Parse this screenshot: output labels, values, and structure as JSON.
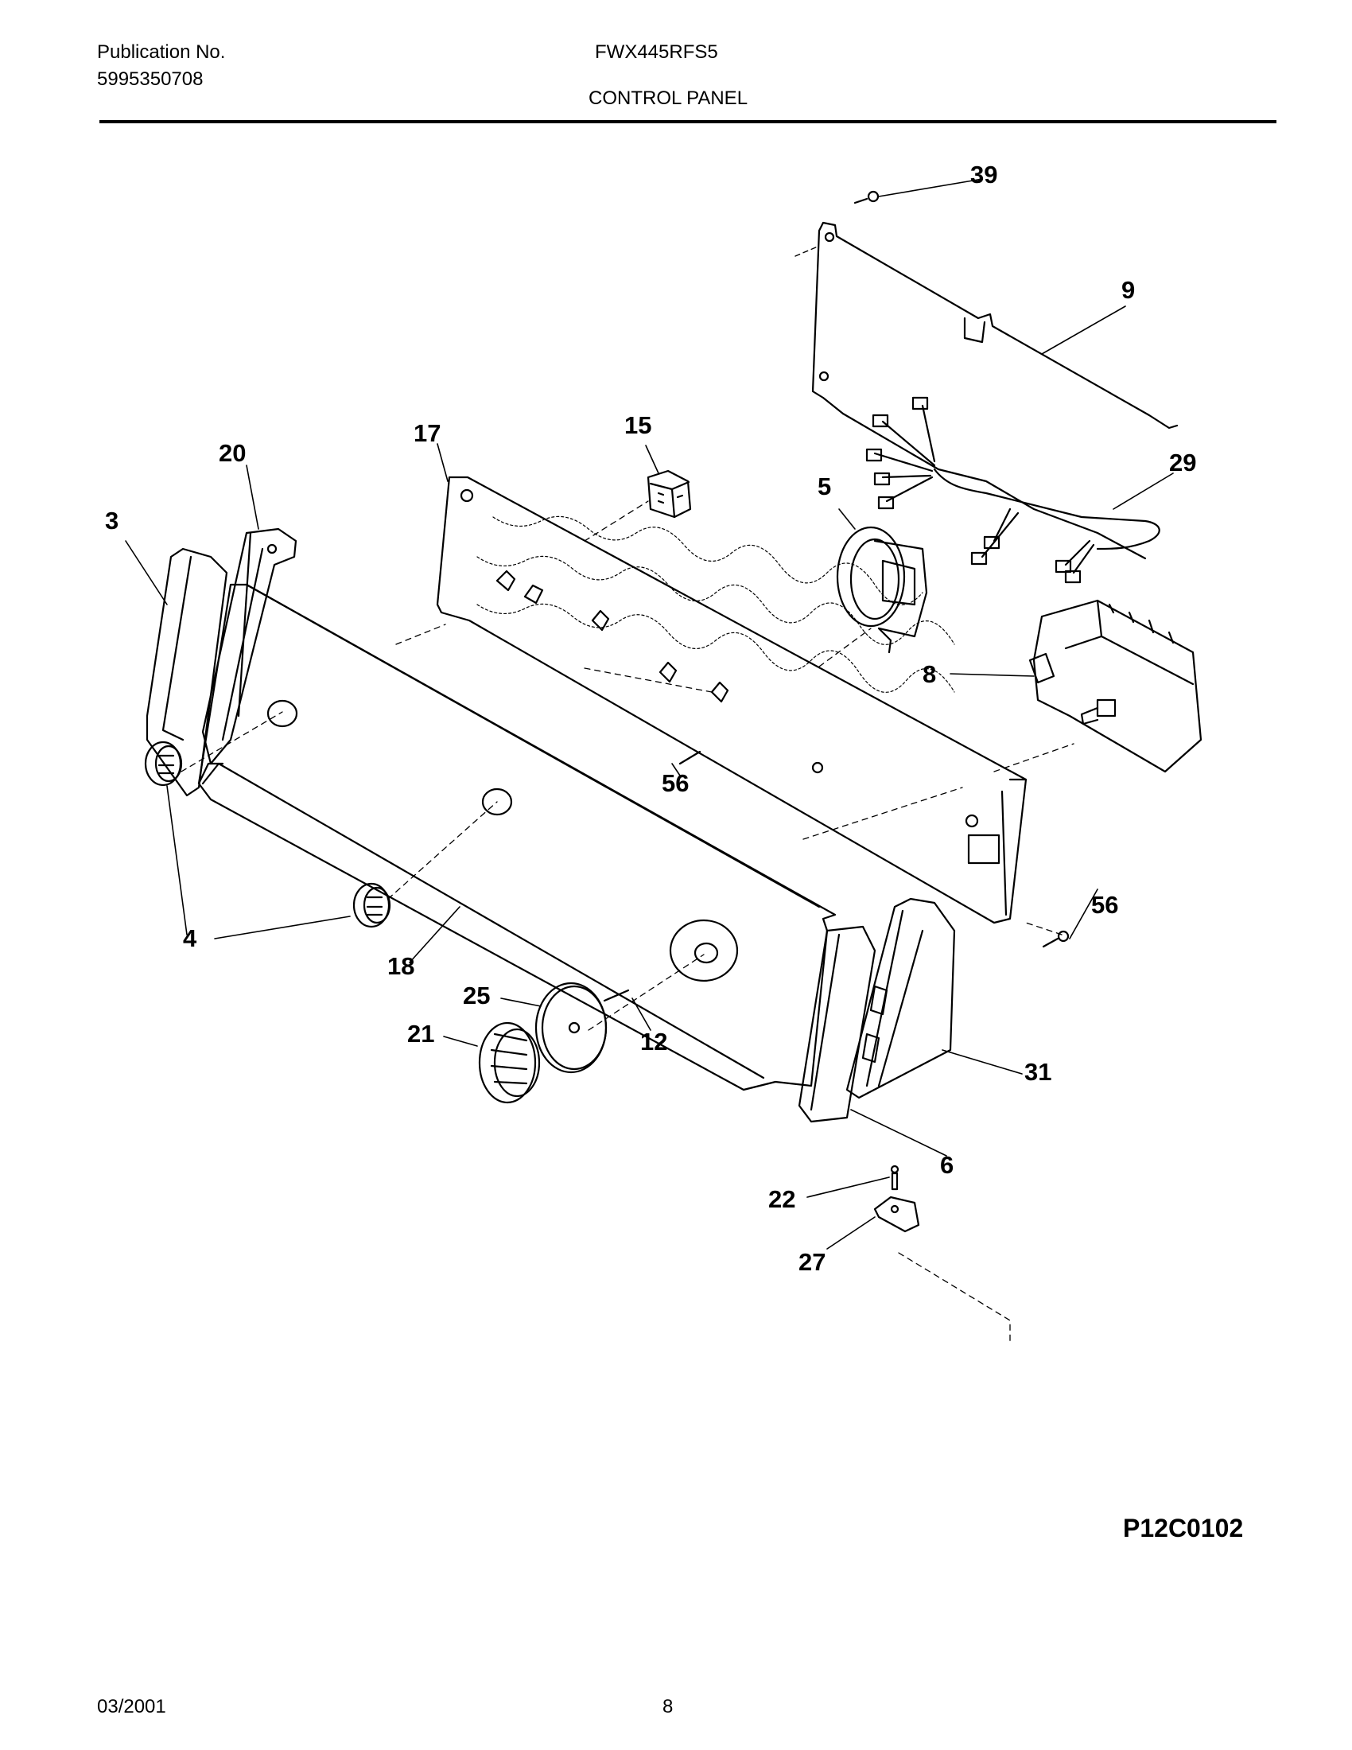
{
  "header": {
    "publication_label": "Publication No.",
    "publication_number": "5995350708",
    "model": "FWX445RFS5",
    "section_title": "CONTROL PANEL"
  },
  "diagram": {
    "callouts": [
      "39",
      "9",
      "29",
      "17",
      "15",
      "20",
      "5",
      "3",
      "8",
      "56",
      "56",
      "4",
      "18",
      "25",
      "12",
      "21",
      "31",
      "6",
      "22",
      "27"
    ],
    "code": "P12C0102"
  },
  "footer": {
    "date": "03/2001",
    "page": "8"
  }
}
